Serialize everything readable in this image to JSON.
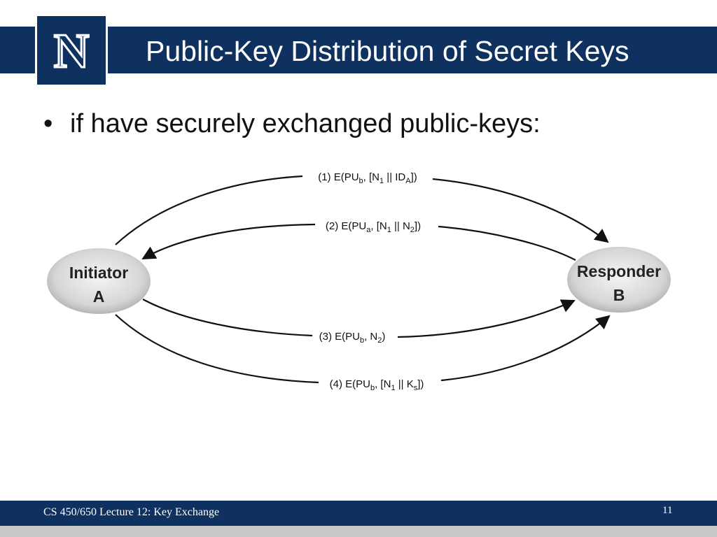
{
  "slide": {
    "title": "Public-Key Distribution of Secret Keys",
    "bullet_marker": "•",
    "bullet": "if have securely exchanged public-keys:"
  },
  "diagram": {
    "initiator": {
      "line1": "Initiator",
      "line2": "A"
    },
    "responder": {
      "line1": "Responder",
      "line2": "B"
    },
    "messages": [
      {
        "step": "(1)",
        "text": "(1) E(PU_b, [N_1 || ID_A])",
        "direction": "A-to-B"
      },
      {
        "step": "(2)",
        "text": "(2) E(PU_a, [N_1 || N_2])",
        "direction": "B-to-A"
      },
      {
        "step": "(3)",
        "text": "(3) E(PU_b, N_2)",
        "direction": "A-to-B"
      },
      {
        "step": "(4)",
        "text": "(4) E(PU_b, [N_1 || K_s])",
        "direction": "A-to-B"
      }
    ]
  },
  "footer": {
    "course": "CS 450/650 Lecture 12: Key Exchange",
    "page_number": "11"
  },
  "colors": {
    "brand_navy": "#0e3160",
    "footer_grey": "#c8c8c8",
    "node_fill": "#d9d9d9"
  },
  "icons": {
    "logo": "university-N-logo"
  }
}
